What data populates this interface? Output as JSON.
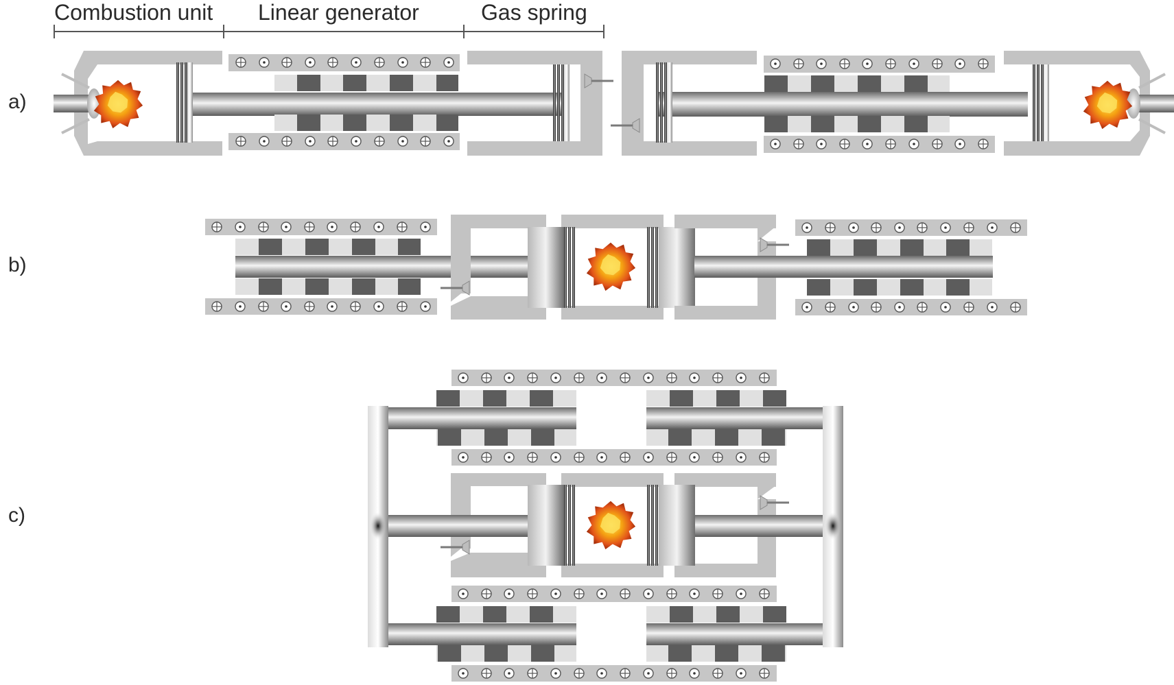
{
  "section_labels": {
    "combustion_unit": "Combustion unit",
    "linear_generator": "Linear generator",
    "gas_spring": "Gas spring"
  },
  "row_labels": {
    "a": "a)",
    "b": "b)",
    "c": "c)"
  },
  "colors": {
    "housing": "#c3c3c3",
    "coil_block": "#c6c6c6",
    "magnet_dark": "#5c5c5c",
    "magnet_light": "#e0e0e0",
    "flame_core": "#f7c21a",
    "flame_outer": "#d2450f"
  },
  "icons": {
    "current_out": "dot-in-circle",
    "current_in": "cross-in-circle",
    "flame": "explosion-burst",
    "valve": "injector-valve"
  }
}
